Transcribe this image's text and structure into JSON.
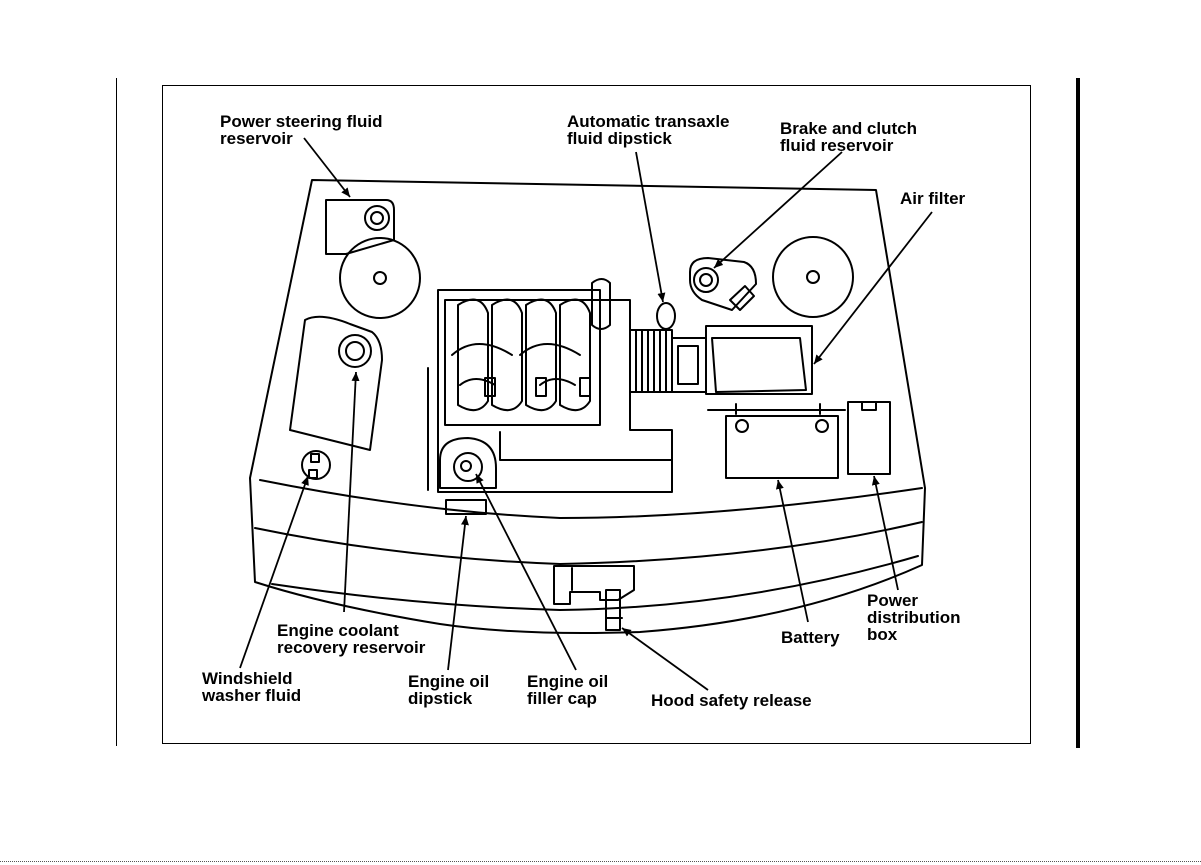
{
  "labels": {
    "power_steering": [
      "Power steering fluid",
      "reservoir"
    ],
    "transaxle_dipstick": [
      "Automatic transaxle",
      "fluid dipstick"
    ],
    "brake_clutch": [
      "Brake and clutch",
      "fluid reservoir"
    ],
    "air_filter": [
      "Air filter"
    ],
    "coolant": [
      "Engine coolant",
      "recovery reservoir"
    ],
    "washer": [
      "Windshield",
      "washer fluid"
    ],
    "oil_dipstick": [
      "Engine oil",
      "dipstick"
    ],
    "oil_filler": [
      "Engine oil",
      "filler cap"
    ],
    "hood_release": [
      "Hood safety release"
    ],
    "battery": [
      "Battery"
    ],
    "power_box": [
      "Power",
      "distribution",
      "box"
    ]
  }
}
